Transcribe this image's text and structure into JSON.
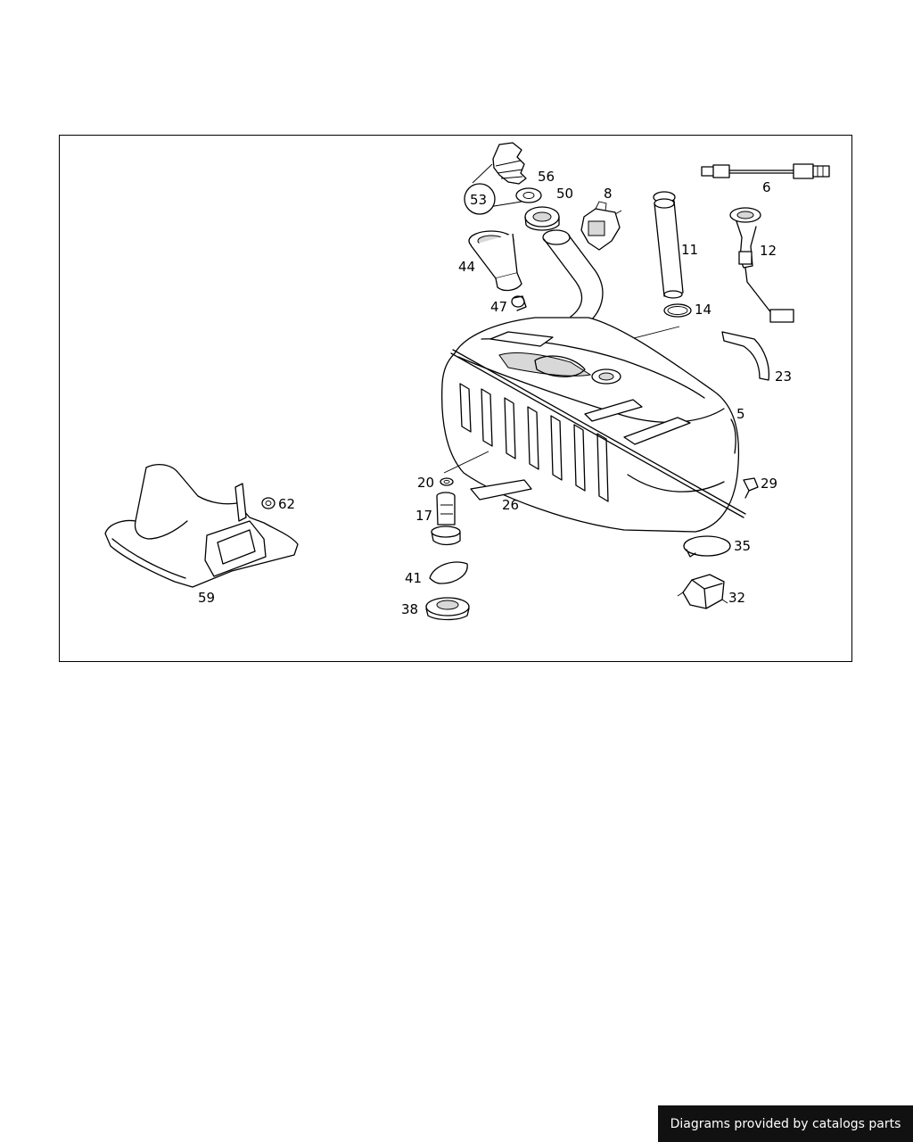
{
  "diagram": {
    "callouts": {
      "p53": "53",
      "p56": "56",
      "p50": "50",
      "p8": "8",
      "p6": "6",
      "p11": "11",
      "p12": "12",
      "p44": "44",
      "p47": "47",
      "p14": "14",
      "p23": "23",
      "p5": "5",
      "p20": "20",
      "p29": "29",
      "p17": "17",
      "p26": "26",
      "p62": "62",
      "p35": "35",
      "p41": "41",
      "p38": "38",
      "p32": "32",
      "p59": "59"
    }
  },
  "footer": {
    "credit": "Diagrams provided by catalogs parts",
    "background": "#111111",
    "text_color": "#ffffff"
  }
}
